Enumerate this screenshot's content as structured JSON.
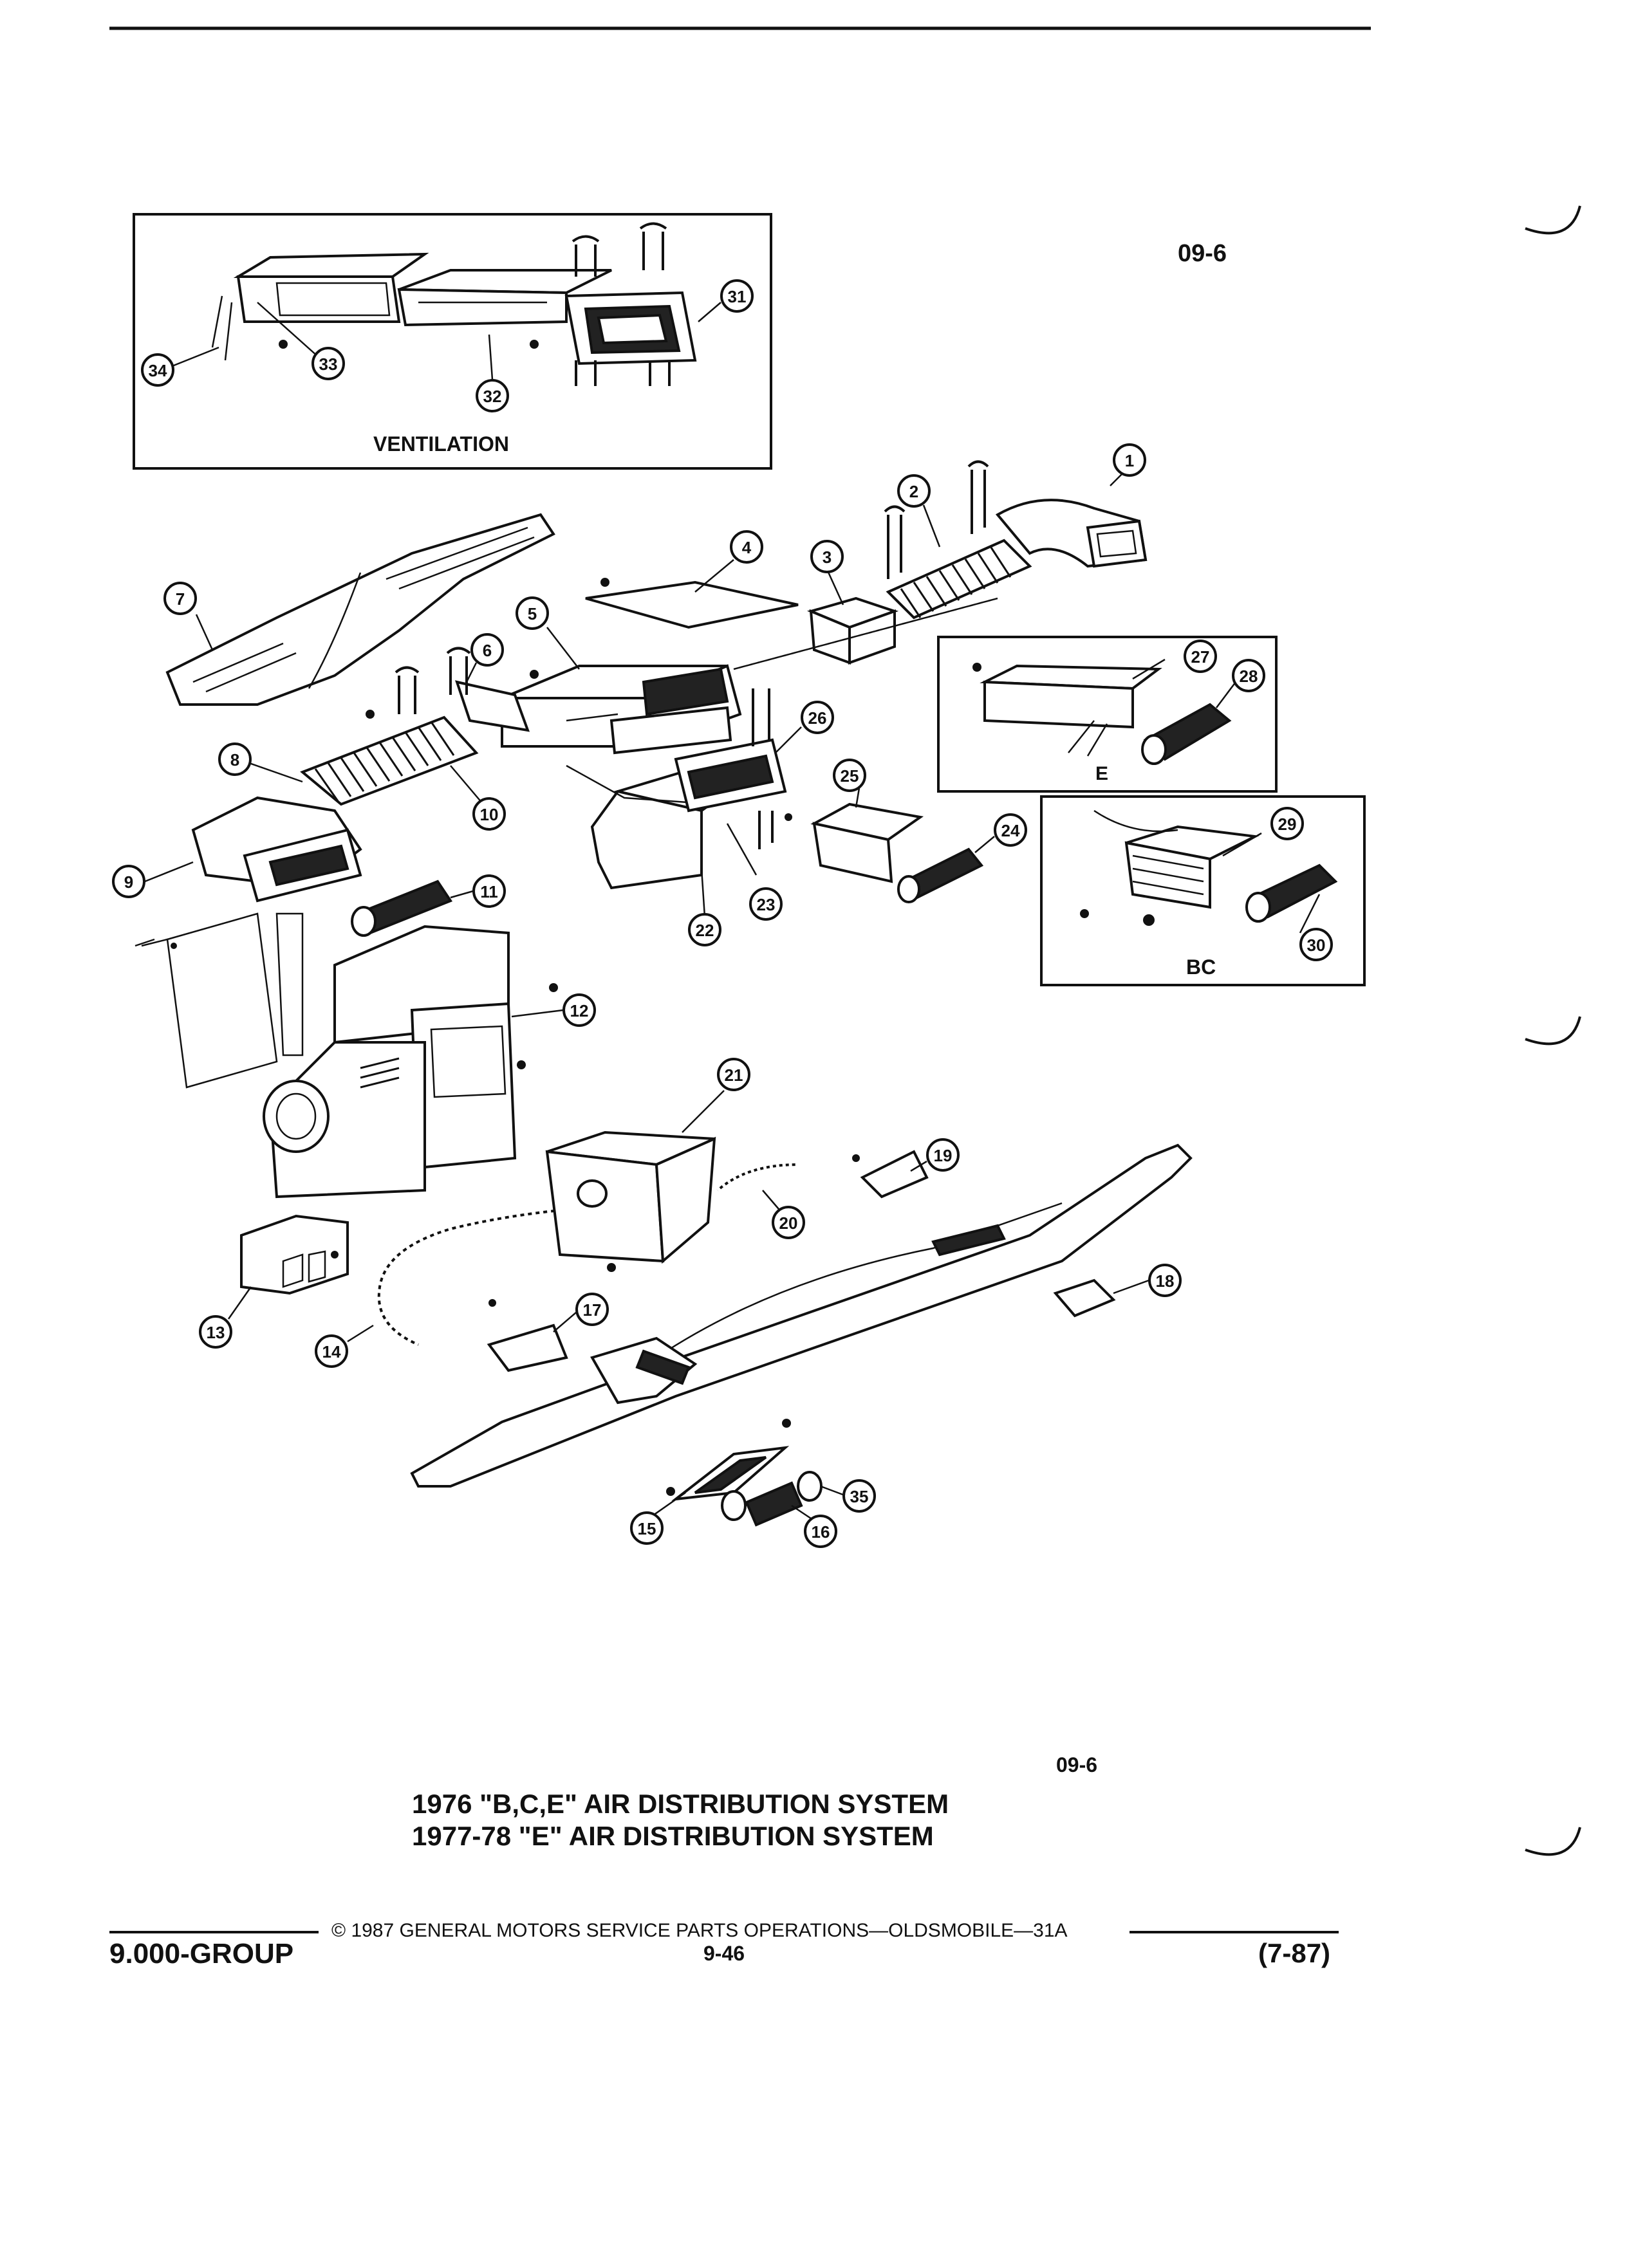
{
  "figure_code_top": "09-6",
  "figure_code_bottom": "09-6",
  "inset_ventilation_label": "VENTILATION",
  "inset_e_label": "E",
  "inset_bc_label": "BC",
  "title_line_1": "1976 \"B,C,E\" AIR DISTRIBUTION SYSTEM",
  "title_line_2": "1977-78 \"E\" AIR DISTRIBUTION SYSTEM",
  "copyright": "© 1987 GENERAL MOTORS SERVICE PARTS OPERATIONS—OLDSMOBILE—31A",
  "group": "9.000-GROUP",
  "page_number": "9-46",
  "revision": "(7-87)",
  "callouts": {
    "c1": "1",
    "c2": "2",
    "c3": "3",
    "c4": "4",
    "c5": "5",
    "c6": "6",
    "c7": "7",
    "c8": "8",
    "c9": "9",
    "c10": "10",
    "c11": "11",
    "c12": "12",
    "c13": "13",
    "c14": "14",
    "c15": "15",
    "c16": "16",
    "c17": "17",
    "c18": "18",
    "c19": "19",
    "c20": "20",
    "c21": "21",
    "c22": "22",
    "c23": "23",
    "c24": "24",
    "c25": "25",
    "c26": "26",
    "c27": "27",
    "c28": "28",
    "c29": "29",
    "c30": "30",
    "c31": "31",
    "c32": "32",
    "c33": "33",
    "c34": "34",
    "c35": "35"
  }
}
